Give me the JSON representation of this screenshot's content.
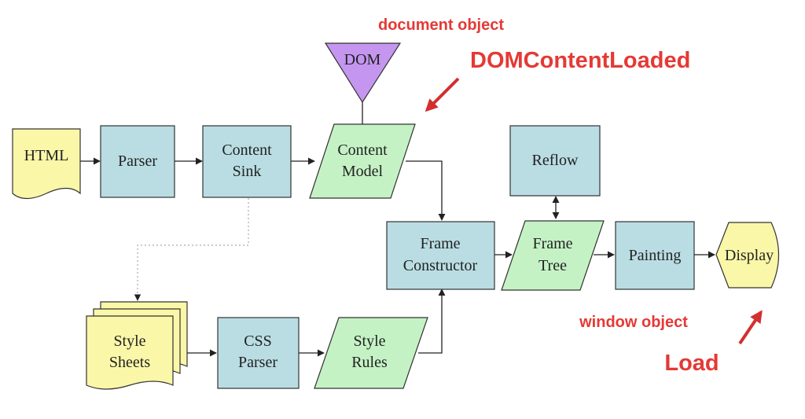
{
  "nodes": {
    "html": "HTML",
    "parser": "Parser",
    "content_sink": [
      "Content",
      "Sink"
    ],
    "content_model": [
      "Content",
      "Model"
    ],
    "dom": "DOM",
    "style_sheets": [
      "Style",
      "Sheets"
    ],
    "css_parser": [
      "CSS",
      "Parser"
    ],
    "style_rules": [
      "Style",
      "Rules"
    ],
    "frame_constructor": [
      "Frame",
      "Constructor"
    ],
    "frame_tree": [
      "Frame",
      "Tree"
    ],
    "reflow": "Reflow",
    "painting": "Painting",
    "display": "Display"
  },
  "annotations": {
    "document_object": "document object",
    "dom_content_loaded": "DOMContentLoaded",
    "window_object": "window object",
    "load": "Load"
  },
  "colors": {
    "process": "#b9dde3",
    "data": "#c5f2c5",
    "document": "#faf7a8",
    "dom": "#c596f0",
    "annotation": "#e53935"
  }
}
